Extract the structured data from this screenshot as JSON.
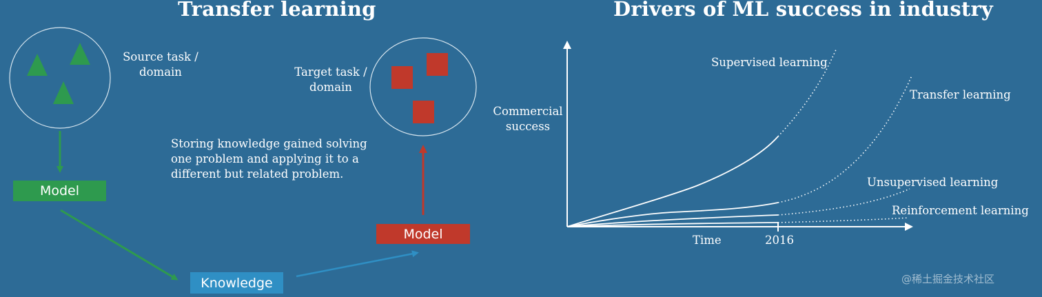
{
  "colors": {
    "background": "#2d6b96",
    "source_green": "#2e9a4e",
    "target_red": "#c0392b",
    "knowledge_blue": "#2f8fc4"
  },
  "left_panel": {
    "title": "Transfer learning",
    "source_label": [
      "Source task /",
      "domain"
    ],
    "target_label": [
      "Target task /",
      "domain"
    ],
    "description": [
      "Storing knowledge gained solving",
      "one problem and applying it to a",
      "different but related problem."
    ],
    "source_model_label": "Model",
    "target_model_label": "Model",
    "knowledge_label": "Knowledge"
  },
  "right_panel": {
    "title": "Drivers of ML success in industry",
    "ylabel": [
      "Commercial",
      "success"
    ],
    "xlabel": "Time",
    "x_marker": "2016",
    "series": [
      {
        "name": "Supervised learning"
      },
      {
        "name": "Transfer learning"
      },
      {
        "name": "Unsupervised learning"
      },
      {
        "name": "Reinforcement learning"
      }
    ]
  },
  "watermark": "@稀土掘金技术社区"
}
